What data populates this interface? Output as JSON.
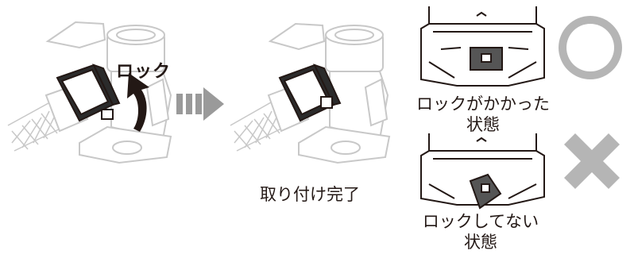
{
  "step1": {
    "action_label": "ロック",
    "arrow_icon": "curved-up-arrow-icon"
  },
  "transition": {
    "icon": "next-step-arrow-icon",
    "color": "#9a9a9a"
  },
  "step2": {
    "caption": "取り付け完了"
  },
  "states": {
    "locked": {
      "caption_line1": "ロックがかかった",
      "caption_line2": "状態",
      "verdict_icon": "correct-circle-icon"
    },
    "unlocked": {
      "caption_line1": "ロックしてない",
      "caption_line2": "状態",
      "verdict_icon": "incorrect-cross-icon"
    }
  },
  "colors": {
    "line": "#231815",
    "pipe_faded": "#c8c8c8",
    "collar": "#2b2b2b",
    "verdict": "#b5b5b5",
    "arrow_gray": "#9a9a9a"
  }
}
